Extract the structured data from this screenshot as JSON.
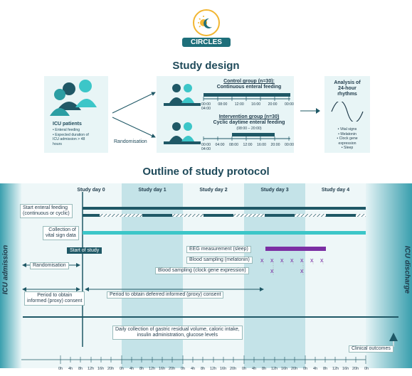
{
  "logo": {
    "text": "CIRCLES"
  },
  "study_design": {
    "title": "Study design",
    "icu": {
      "heading": "ICU patients",
      "bullets": [
        "• Enteral feeding",
        "• Expected duration of",
        "ICU admission > 48",
        "hours"
      ]
    },
    "randomisation": "Randomisation",
    "control": {
      "title": "Control group (n=30):",
      "subtitle": "Continuous enteral feeding"
    },
    "intervention": {
      "title": "Intervention group (n=30)",
      "subtitle": "Cyclic daytime enteral feeding",
      "time": "(08:00 – 20:00)"
    },
    "time_axis": [
      "00:00",
      "04:00",
      "08:00",
      "12:00",
      "16:00",
      "20:00",
      "00:00"
    ],
    "time_axis_extra": "04:00",
    "analysis": {
      "title_lines": [
        "Analysis of",
        "24-hour",
        "rhythms"
      ],
      "items": [
        "• Vital signs",
        "• Melatonin",
        "• Clock gene",
        "expression",
        "• Sleep"
      ]
    }
  },
  "protocol": {
    "title": "Outline of study protocol",
    "days": [
      "Study day 0",
      "Study day 1",
      "Study day 2",
      "Study day 3",
      "Study day 4"
    ],
    "start_feeding": [
      "Start enteral feeding",
      "(continuous or cyclic)"
    ],
    "vital": [
      "Collection of",
      "vital sign data"
    ],
    "start_of_study": "Start of study",
    "eeg": "EEG measurement (sleep)",
    "melatonin": "Blood sampling (melatonin)",
    "clock_gene": "Blood sampling (clock gene expression)",
    "randomisation": "Randomisation",
    "consent": [
      "Period to obtain",
      "informed (proxy) consent"
    ],
    "deferred": "Period to obtain deferred informed (proxy) consent",
    "daily": [
      "Daily collection of gastric residual volume, caloric intake,",
      "insulin administration, glucose levels"
    ],
    "clinical": "Clinical outcomes",
    "icu_admission": "ICU admission",
    "icu_discharge": "ICU discharge",
    "hours": [
      "0h",
      "4h",
      "8h",
      "12h",
      "16h",
      "20h",
      "0h",
      "4h",
      "8h",
      "12h",
      "16h",
      "20h",
      "0h",
      "4h",
      "8h",
      "12h",
      "16h",
      "20h",
      "0h",
      "4h",
      "8h",
      "12h",
      "16h",
      "20h",
      "0h",
      "4h",
      "8h",
      "12h",
      "16h",
      "20h",
      "0h"
    ],
    "marker": "x",
    "colors": {
      "dark": "#1f5866",
      "teal": "#3cc6c8",
      "purple": "#7b2fa3",
      "day_dark": "#c4e3e8",
      "day_light": "#e9f5f7"
    }
  }
}
